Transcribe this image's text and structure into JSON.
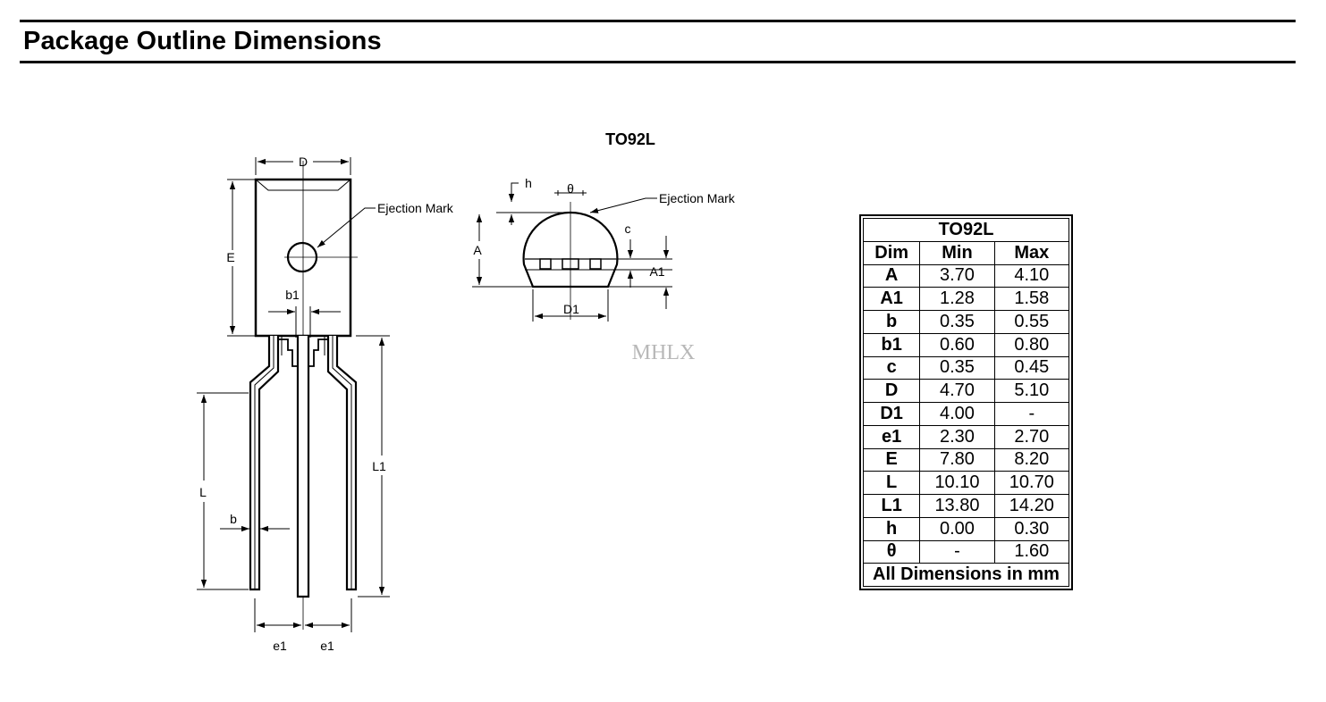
{
  "header": {
    "title": "Package Outline Dimensions"
  },
  "diagram": {
    "package_name": "TO92L",
    "labels": {
      "D": "D",
      "E": "E",
      "b1": "b1",
      "b": "b",
      "L": "L",
      "L1": "L1",
      "e1_left": "e1",
      "e1_right": "e1",
      "h": "h",
      "theta": "θ",
      "A": "A",
      "A1": "A1",
      "c": "c",
      "D1": "D1"
    },
    "ejection_mark_front": "Ejection Mark",
    "ejection_mark_top": "Ejection Mark",
    "watermark": "MHLX"
  },
  "table": {
    "title": "TO92L",
    "headers": [
      "Dim",
      "Min",
      "Max"
    ],
    "rows": [
      [
        "A",
        "3.70",
        "4.10"
      ],
      [
        "A1",
        "1.28",
        "1.58"
      ],
      [
        "b",
        "0.35",
        "0.55"
      ],
      [
        "b1",
        "0.60",
        "0.80"
      ],
      [
        "c",
        "0.35",
        "0.45"
      ],
      [
        "D",
        "4.70",
        "5.10"
      ],
      [
        "D1",
        "4.00",
        "-"
      ],
      [
        "e1",
        "2.30",
        "2.70"
      ],
      [
        "E",
        "7.80",
        "8.20"
      ],
      [
        "L",
        "10.10",
        "10.70"
      ],
      [
        "L1",
        "13.80",
        "14.20"
      ],
      [
        "h",
        "0.00",
        "0.30"
      ],
      [
        "θ",
        "-",
        "1.60"
      ]
    ],
    "footer": "All Dimensions in mm"
  }
}
